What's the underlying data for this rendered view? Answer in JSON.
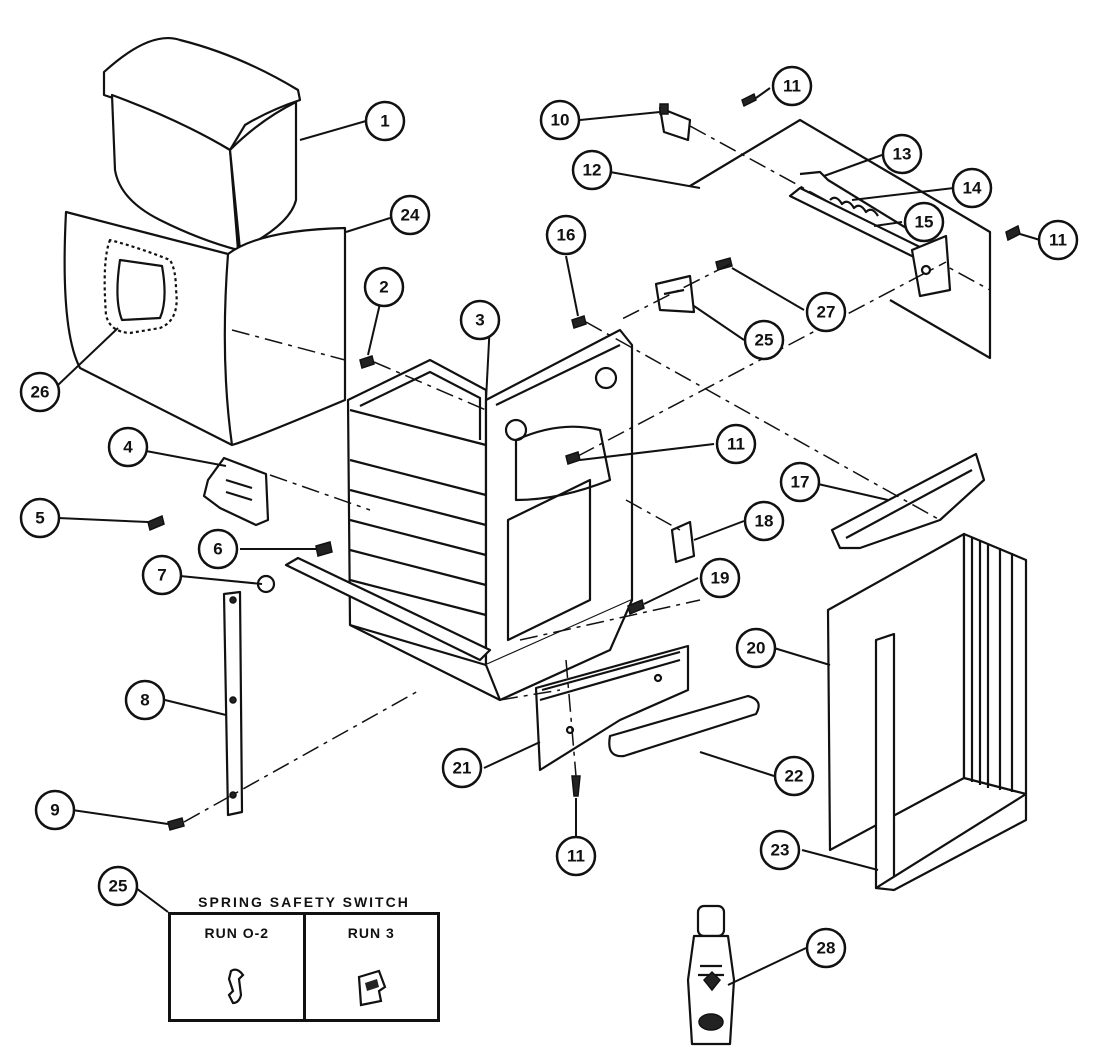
{
  "callouts": [
    {
      "id": "callout-1",
      "label": "1"
    },
    {
      "id": "callout-2",
      "label": "2"
    },
    {
      "id": "callout-3",
      "label": "3"
    },
    {
      "id": "callout-4",
      "label": "4"
    },
    {
      "id": "callout-5",
      "label": "5"
    },
    {
      "id": "callout-6",
      "label": "6"
    },
    {
      "id": "callout-7",
      "label": "7"
    },
    {
      "id": "callout-8",
      "label": "8"
    },
    {
      "id": "callout-9",
      "label": "9"
    },
    {
      "id": "callout-10",
      "label": "10"
    },
    {
      "id": "callout-11a",
      "label": "11"
    },
    {
      "id": "callout-11b",
      "label": "11"
    },
    {
      "id": "callout-11c",
      "label": "11"
    },
    {
      "id": "callout-11d",
      "label": "11"
    },
    {
      "id": "callout-12",
      "label": "12"
    },
    {
      "id": "callout-13",
      "label": "13"
    },
    {
      "id": "callout-14",
      "label": "14"
    },
    {
      "id": "callout-15",
      "label": "15"
    },
    {
      "id": "callout-16",
      "label": "16"
    },
    {
      "id": "callout-17",
      "label": "17"
    },
    {
      "id": "callout-18",
      "label": "18"
    },
    {
      "id": "callout-19",
      "label": "19"
    },
    {
      "id": "callout-20",
      "label": "20"
    },
    {
      "id": "callout-21",
      "label": "21"
    },
    {
      "id": "callout-22",
      "label": "22"
    },
    {
      "id": "callout-23",
      "label": "23"
    },
    {
      "id": "callout-24",
      "label": "24"
    },
    {
      "id": "callout-25a",
      "label": "25"
    },
    {
      "id": "callout-25b",
      "label": "25"
    },
    {
      "id": "callout-26",
      "label": "26"
    },
    {
      "id": "callout-27",
      "label": "27"
    },
    {
      "id": "callout-28",
      "label": "28"
    }
  ],
  "legend": {
    "title": "SPRING SAFETY SWITCH",
    "col1": "RUN O-2",
    "col2": "RUN 3"
  },
  "colors": {
    "ink": "#111111",
    "paper": "#ffffff"
  }
}
